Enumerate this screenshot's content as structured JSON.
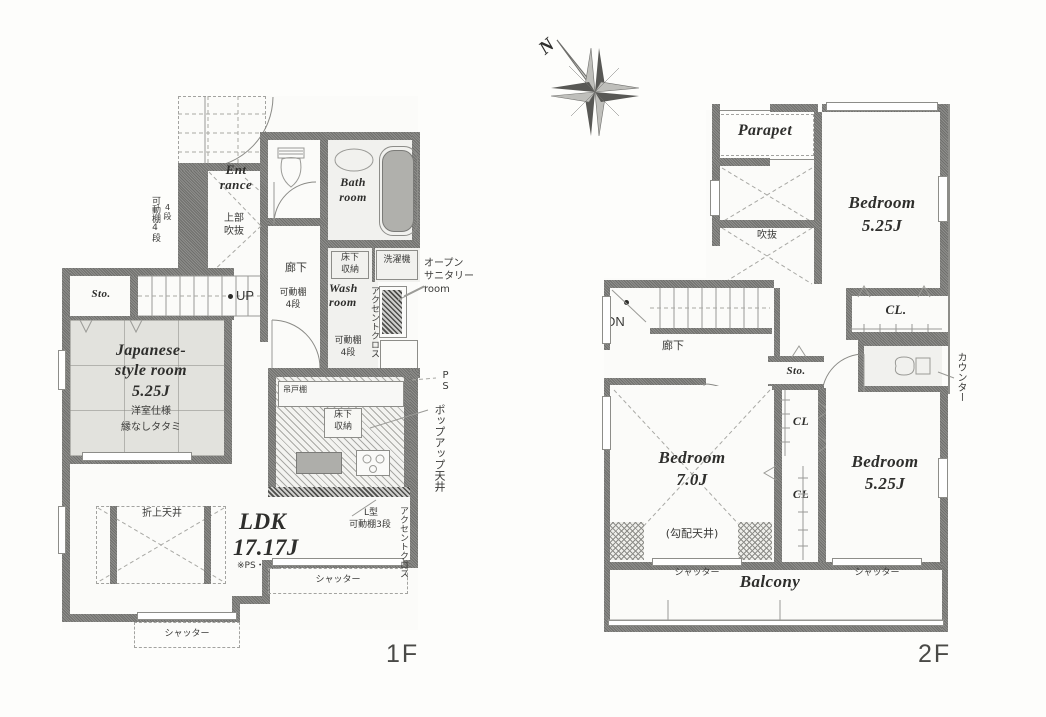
{
  "document": {
    "type": "real-estate-floor-plan",
    "floors": [
      "1F",
      "2F"
    ]
  },
  "compass": {
    "name": "north-arrow",
    "label": "N"
  },
  "floor1": {
    "tag": "1F",
    "rooms": [
      {
        "id": "entrance",
        "name_en": "Entrance",
        "name_lines": [
          "Ent",
          "rance"
        ]
      },
      {
        "id": "japanese-room",
        "name_en": "Japanese-style room",
        "name_lines": [
          "Japanese-",
          "style room"
        ],
        "area": "5.25J"
      },
      {
        "id": "ldk",
        "name_en": "LDK",
        "area": "17.17J"
      },
      {
        "id": "bath",
        "name_en": "Bath room",
        "name_lines": [
          "Bath",
          "room"
        ]
      },
      {
        "id": "wash",
        "name_en": "Wash room",
        "name_lines": [
          "Wash",
          "room"
        ]
      },
      {
        "id": "storage",
        "name_en": "Sto."
      }
    ],
    "annotations": {
      "fukinuke_upper": "上部\n吹抜",
      "fukinuke_upper_l1": "上部",
      "fukinuke_upper_l2": "吹抜",
      "corridor": "廊下",
      "shoe_shelf_v": "可動棚4段",
      "shoe_shelf_l1": "可動棚",
      "shoe_shelf_l2": "4段",
      "shoe_shelf2_l1": "可動棚",
      "shoe_shelf2_l2": "4段",
      "underfloor_l1": "床下",
      "underfloor_l2": "収納",
      "washer": "洗濯機",
      "accent_cross_v": "アクセントクロス",
      "open_sanitary_l1": "オープン",
      "open_sanitary_l2": "サニタリー",
      "open_sanitary_l3": "room",
      "ps": "PS",
      "popup_ceiling_v": "ポップアップ天井",
      "l_shelf_l1": "L型",
      "l_shelf_l2": "可動棚3段",
      "accent_cross2_v": "アクセントクロス",
      "kitchen_shelf": "吊戸棚",
      "underfloor_storage_l1": "床下",
      "underfloor_storage_l2": "収納",
      "orikami_ceiling": "折上天井",
      "tatami_style": "洋室仕様",
      "tatami_type": "縁なしタタミ",
      "ldk_note": "※PS・棚含",
      "shutter_a": "シャッター",
      "shutter_b": "シャッター",
      "up": "UP"
    }
  },
  "floor2": {
    "tag": "2F",
    "rooms": [
      {
        "id": "parapet",
        "name_en": "Parapet"
      },
      {
        "id": "bedroom-ne",
        "name_en": "Bedroom",
        "area": "5.25J"
      },
      {
        "id": "bedroom-sw",
        "name_en": "Bedroom",
        "area": "7.0J"
      },
      {
        "id": "bedroom-se",
        "name_en": "Bedroom",
        "area": "5.25J"
      },
      {
        "id": "balcony",
        "name_en": "Balcony"
      },
      {
        "id": "closet-ne",
        "name_en": "CL."
      },
      {
        "id": "closet-mid",
        "name_en": "CL"
      },
      {
        "id": "closet-low",
        "name_en": "CL"
      },
      {
        "id": "storage",
        "name_en": "Sto."
      }
    ],
    "annotations": {
      "down": "DN",
      "fukinuke": "吹抜",
      "corridor": "廊下",
      "counter_v": "カウンター",
      "slope_ceiling": "(勾配天井)",
      "shutter_a": "シャッター",
      "shutter_b": "シャッター"
    }
  },
  "colors": {
    "wall": "#6f6f6c",
    "thin_line": "#8d8d89",
    "tatami_fill": "#e2e2dd",
    "room_fill": "#f1f1ee",
    "text": "#2e2e2c",
    "paper": "#fdfdfb"
  }
}
